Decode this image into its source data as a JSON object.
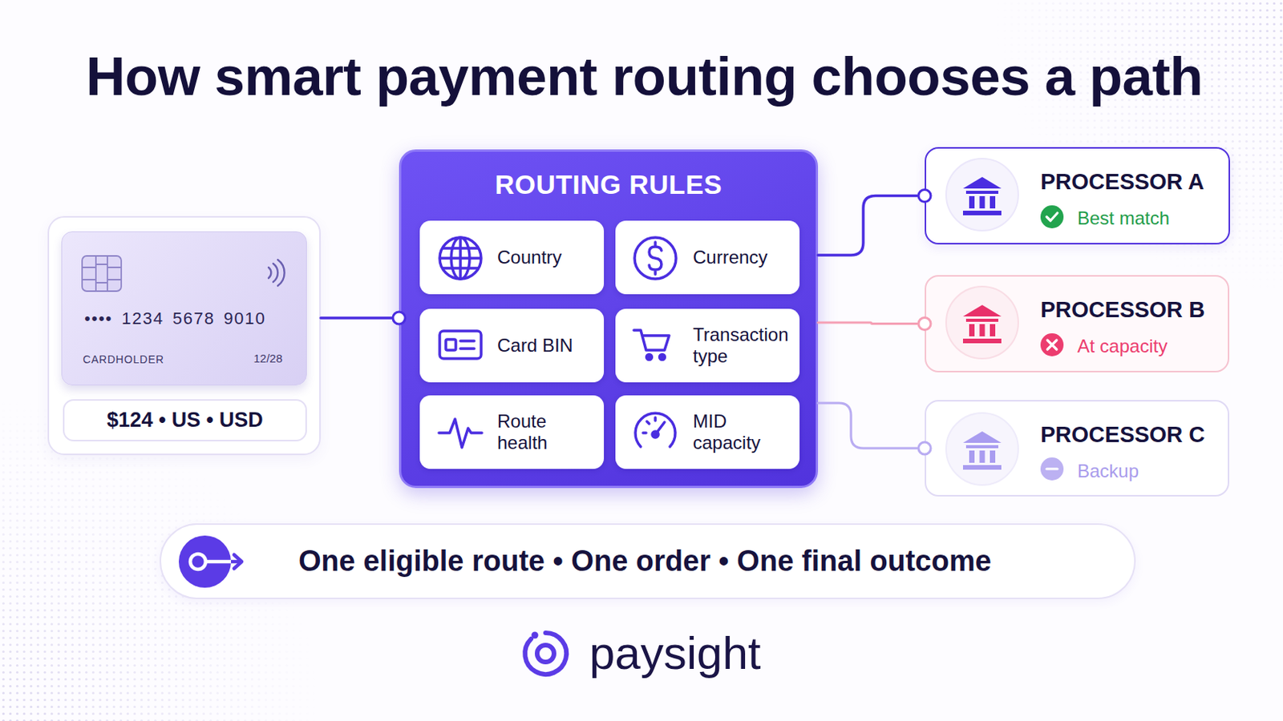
{
  "diagram": {
    "title": "How smart payment routing chooses a path",
    "nodes": [
      {
        "text": []
      },
      {
        "text": [
          "•••• 1234 5678 9010",
          "CARDHOLDER",
          "12/28"
        ],
        "in": 0
      },
      {
        "text": [
          "$124 • US • USD"
        ],
        "in": 0
      },
      {
        "text": [
          "ROUTING RULES"
        ]
      },
      {
        "text": [
          "Country"
        ],
        "in": 3
      },
      {
        "text": [
          "Currency"
        ],
        "in": 3
      },
      {
        "text": [
          "Card BIN"
        ],
        "in": 3
      },
      {
        "text": [
          "Transaction type"
        ],
        "in": 3
      },
      {
        "text": [
          "Route health"
        ],
        "in": 3
      },
      {
        "text": [
          "MID capacity"
        ],
        "in": 3
      },
      {
        "text": [
          "PROCESSOR A",
          "Best match"
        ]
      },
      {
        "text": [
          "PROCESSOR B",
          "At capacity"
        ]
      },
      {
        "text": [
          "PROCESSOR C",
          "Backup"
        ]
      },
      {
        "text": [
          "One eligible route • One order • One final outcome"
        ]
      }
    ],
    "edges": [
      {
        "from": 0,
        "to": 3,
        "arrow": "none"
      },
      {
        "from": 3,
        "to": 10,
        "arrow": "none"
      },
      {
        "from": 3,
        "to": 11,
        "arrow": "none"
      },
      {
        "from": 3,
        "to": 12,
        "arrow": "none"
      }
    ],
    "labels": [
      "paysight"
    ]
  }
}
